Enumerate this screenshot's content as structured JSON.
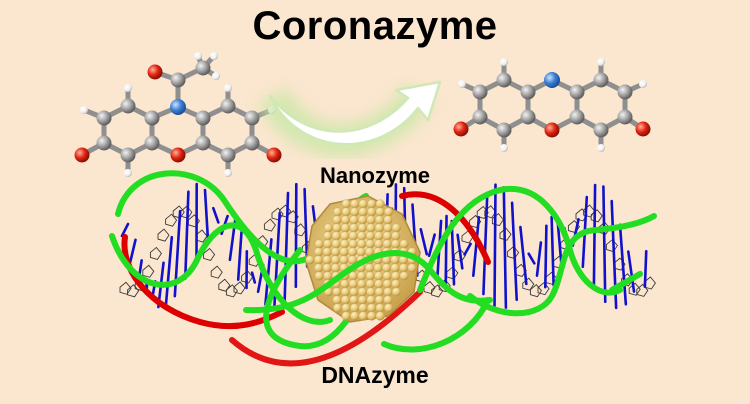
{
  "title": "Coronazyme",
  "labels": {
    "nanozyme": "Nanozyme",
    "dnazyme": "DNAzyme"
  },
  "colors": {
    "background": "#fbe6cf",
    "strand_green": "#22dd22",
    "strand_red": "#dd0000",
    "base_pairs": "#1111cc",
    "nanoparticle": "#e8c877",
    "carbon_atom": "#9a9a9a",
    "oxygen_atom": "#e0240f",
    "nitrogen_atom": "#3a7fd5",
    "hydrogen_atom": "#ffffff",
    "arrow_glow": "#cdeab0"
  },
  "icons": {
    "substrate": "acetylated-phenoxazine-molecule-icon",
    "product": "resorufin-molecule-icon",
    "arrow": "curved-reaction-arrow-icon",
    "nanoparticle": "gold-nanoparticle-icon",
    "dna": "dna-double-helix-icon"
  }
}
